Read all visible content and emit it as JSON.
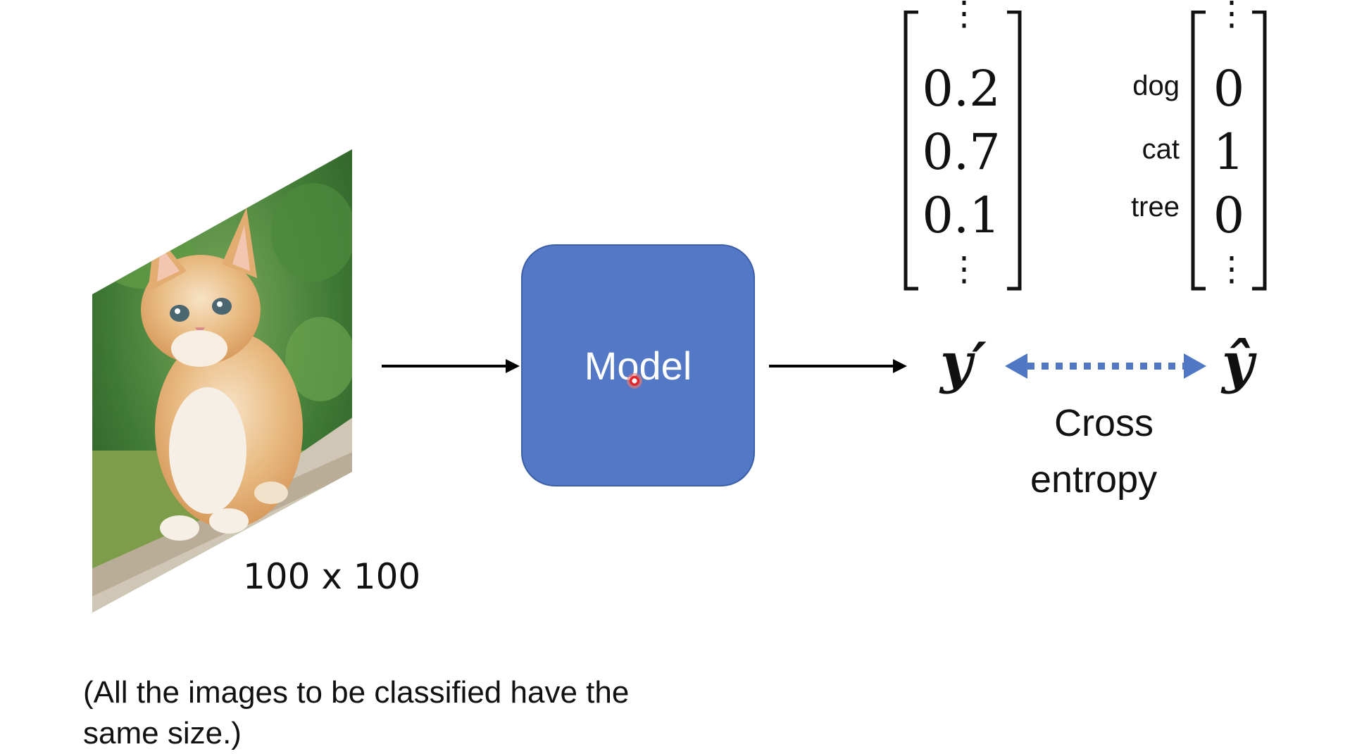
{
  "image": {
    "size_label": "100 x 100",
    "depicts": "kitten"
  },
  "model": {
    "label": "Model"
  },
  "prediction": {
    "symbol": "y′",
    "values": [
      "0.2",
      "0.7",
      "0.1"
    ]
  },
  "target": {
    "symbol": "ŷ",
    "classes": [
      "dog",
      "cat",
      "tree"
    ],
    "values": [
      "0",
      "1",
      "0"
    ]
  },
  "loss": {
    "label_line1": "Cross",
    "label_line2": "entropy"
  },
  "caption": {
    "line1": "(All the images to be classified have the",
    "line2": "same size.)"
  },
  "colors": {
    "model_fill": "#5378c6",
    "dotted_arrow": "#4f77c4"
  }
}
